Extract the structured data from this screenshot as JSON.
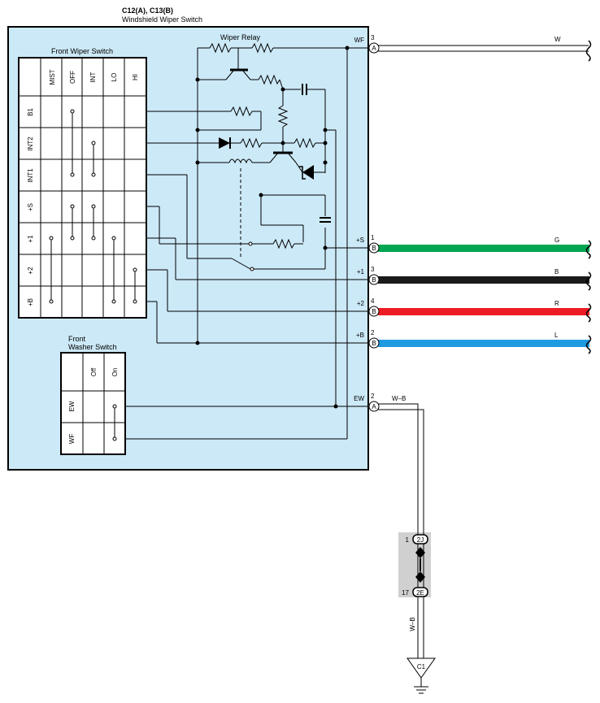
{
  "header": {
    "connector_ids": "C12(A), C13(B)",
    "component_name": "Windshield Wiper Switch"
  },
  "front_wiper_switch": {
    "title": "Front Wiper Switch",
    "columns": [
      "MIST",
      "OFF",
      "INT",
      "LO",
      "HI"
    ],
    "rows": [
      "B1",
      "INT2",
      "INT1",
      "+S",
      "+1",
      "+2",
      "+B"
    ]
  },
  "wiper_relay": {
    "title": "Wiper Relay"
  },
  "front_washer_switch": {
    "title_line1": "Front",
    "title_line2": "Washer Switch",
    "columns": [
      "Off",
      "On"
    ],
    "rows": [
      "EW",
      "WF"
    ]
  },
  "terminals": [
    {
      "name": "WF",
      "pin": "3",
      "connector": "A",
      "wire": "W",
      "color": "#ffffff"
    },
    {
      "name": "+S",
      "pin": "1",
      "connector": "B",
      "wire": "G",
      "color": "#00a651"
    },
    {
      "name": "+1",
      "pin": "3",
      "connector": "B",
      "wire": "B",
      "color": "#1a1a1a"
    },
    {
      "name": "+2",
      "pin": "4",
      "connector": "B",
      "wire": "R",
      "color": "#ed1c24"
    },
    {
      "name": "+B",
      "pin": "2",
      "connector": "B",
      "wire": "L",
      "color": "#1e9be0"
    },
    {
      "name": "EW",
      "pin": "2",
      "connector": "A",
      "wire": "W–B",
      "color": "#ffffff"
    }
  ],
  "junction": {
    "top_pin": "1",
    "top_connector": "2J",
    "bottom_pin": "17",
    "bottom_connector": "2E",
    "wire_label": "W–B"
  },
  "ground": {
    "label": "C1"
  },
  "colors": {
    "switch_body": "#cce9f7",
    "junction_shade": "#d0d0d0"
  }
}
